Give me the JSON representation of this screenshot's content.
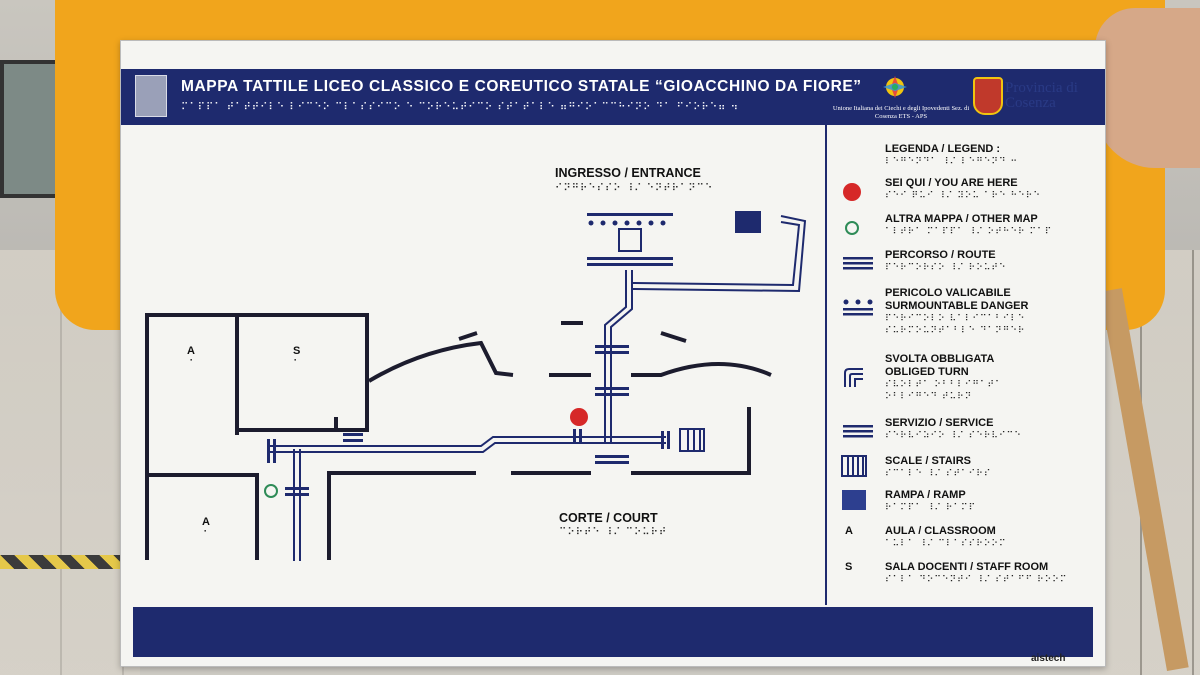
{
  "header": {
    "title": "MAPPA TATTILE LICEO CLASSICO E COREUTICO STATALE “GIOACCHINO DA FIORE”",
    "braille": "⠍⠁⠏⠏⠁ ⠞⠁⠞⠞⠊⠇⠑ ⠇⠊⠉⠑⠕ ⠉⠇⠁⠎⠎⠊⠉⠕ ⠑ ⠉⠕⠗⠑⠥⠞⠊⠉⠕ ⠎⠞⠁⠞⠁⠇⠑ ⠶⠛⠊⠕⠁⠉⠉⠓⠊⠝⠕ ⠙⠁ ⠋⠊⠕⠗⠑⠶ ⠲",
    "association_text": "Unione Italiana dei Ciechi e degli Ipovedenti Sez. di Cosenza ETS - APS",
    "right_logo_text": "Provincia di Cosenza"
  },
  "map": {
    "entrance_label": "INGRESSO / ENTRANCE",
    "entrance_braille": "⠊⠝⠛⠗⠑⠎⠎⠕ ⠸⠌ ⠑⠝⠞⠗⠁⠝⠉⠑",
    "court_label": "CORTE / COURT",
    "court_braille": "⠉⠕⠗⠞⠑ ⠸⠌ ⠉⠕⠥⠗⠞",
    "room_a1": "A",
    "room_s": "S",
    "room_a2": "A",
    "room_dot": "⠁"
  },
  "legend": {
    "title": "LEGENDA / LEGEND :",
    "title_braille": "⠇⠑⠛⠑⠝⠙⠁ ⠸⠌ ⠇⠑⠛⠑⠝⠙ ⠒",
    "items": [
      {
        "icon": "red-dot-icon",
        "label": "SEI QUI / YOU ARE HERE",
        "braille": "⠎⠑⠊ ⠟⠥⠊ ⠸⠌ ⠽⠕⠥ ⠁⠗⠑ ⠓⠑⠗⠑"
      },
      {
        "icon": "green-circle-icon",
        "label": "ALTRA MAPPA / OTHER MAP",
        "braille": "⠁⠇⠞⠗⠁ ⠍⠁⠏⠏⠁ ⠸⠌ ⠕⠞⠓⠑⠗ ⠍⠁⠏"
      },
      {
        "icon": "route-lines-icon",
        "label": "PERCORSO / ROUTE",
        "braille": "⠏⠑⠗⠉⠕⠗⠎⠕ ⠸⠌ ⠗⠕⠥⠞⠑"
      },
      {
        "icon": "dots-line-icon",
        "label": "PERICOLO VALICABILE",
        "label2": "SURMOUNTABLE DANGER",
        "braille": "⠏⠑⠗⠊⠉⠕⠇⠕ ⠧⠁⠇⠊⠉⠁⠃⠊⠇⠑",
        "braille2": "⠎⠥⠗⠍⠕⠥⠝⠞⠁⠃⠇⠑ ⠙⠁⠝⠛⠑⠗"
      },
      {
        "icon": "obliged-turn-icon",
        "label": "SVOLTA OBBLIGATA",
        "label2": "OBLIGED TURN",
        "braille": "⠎⠧⠕⠇⠞⠁ ⠕⠃⠃⠇⠊⠛⠁⠞⠁",
        "braille2": "⠕⠃⠇⠊⠛⠑⠙ ⠞⠥⠗⠝"
      },
      {
        "icon": "service-lines-icon",
        "label": "SERVIZIO / SERVICE",
        "braille": "⠎⠑⠗⠧⠊⠵⠊⠕ ⠸⠌ ⠎⠑⠗⠧⠊⠉⠑"
      },
      {
        "icon": "stairs-icon",
        "label": "SCALE / STAIRS",
        "braille": "⠎⠉⠁⠇⠑ ⠸⠌ ⠎⠞⠁⠊⠗⠎"
      },
      {
        "icon": "ramp-icon",
        "label": "RAMPA / RAMP",
        "braille": "⠗⠁⠍⠏⠁ ⠸⠌ ⠗⠁⠍⠏"
      },
      {
        "icon": "letter-a-icon",
        "letter": "A",
        "label": "AULA / CLASSROOM",
        "braille": "⠁⠥⠇⠁ ⠸⠌ ⠉⠇⠁⠎⠎⠗⠕⠕⠍"
      },
      {
        "icon": "letter-s-icon",
        "letter": "S",
        "label": "SALA DOCENTI / STAFF ROOM",
        "braille": "⠎⠁⠇⠁ ⠙⠕⠉⠑⠝⠞⠊ ⠸⠌ ⠎⠞⠁⠋⠋ ⠗⠕⠕⠍"
      }
    ]
  },
  "footer": {
    "brand": "aistech"
  },
  "colors": {
    "navy": "#1e2a6e",
    "red": "#d62828",
    "green": "#2e8b57",
    "board": "#f5f5f2",
    "easel": "#f1a51c"
  }
}
